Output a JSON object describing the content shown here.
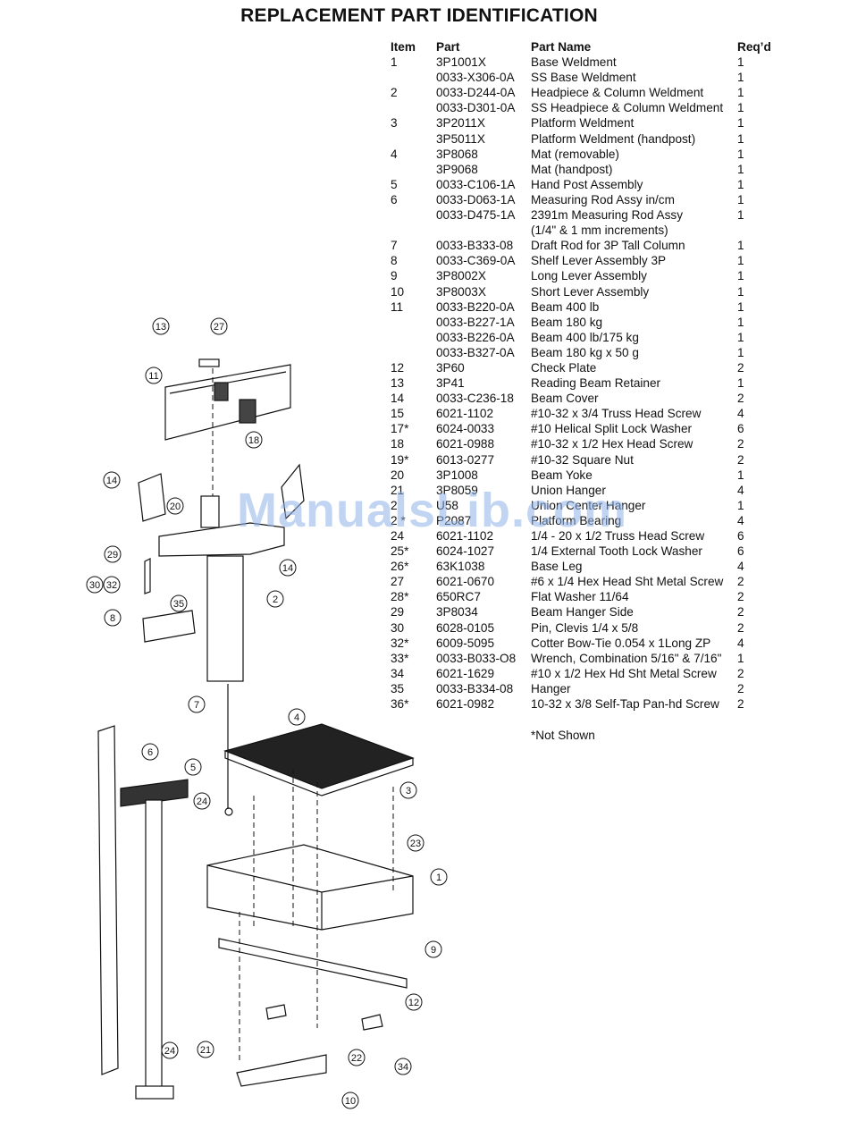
{
  "title": "REPLACEMENT PART IDENTIFICATION",
  "table": {
    "headers": {
      "item": "Item",
      "part": "Part",
      "name": "Part Name",
      "qty": "Req’d"
    },
    "rows": [
      {
        "item": "1",
        "part": "3P1001X",
        "name": "Base Weldment",
        "qty": "1"
      },
      {
        "item": "",
        "part": "0033-X306-0A",
        "name": "SS Base Weldment",
        "qty": "1"
      },
      {
        "item": "2",
        "part": "0033-D244-0A",
        "name": "Headpiece & Column Weldment",
        "qty": "1"
      },
      {
        "item": "",
        "part": "0033-D301-0A",
        "name": "SS Headpiece & Column Weldment",
        "qty": "1"
      },
      {
        "item": "3",
        "part": "3P2011X",
        "name": "Platform Weldment",
        "qty": "1"
      },
      {
        "item": "",
        "part": "3P5011X",
        "name": "Platform Weldment (handpost)",
        "qty": "1"
      },
      {
        "item": "4",
        "part": "3P8068",
        "name": "Mat (removable)",
        "qty": "1"
      },
      {
        "item": "",
        "part": "3P9068",
        "name": "Mat (handpost)",
        "qty": "1"
      },
      {
        "item": "5",
        "part": "0033-C106-1A",
        "name": "Hand Post Assembly",
        "qty": "1"
      },
      {
        "item": "6",
        "part": "0033-D063-1A",
        "name": "Measuring Rod Assy in/cm",
        "qty": "1"
      },
      {
        "item": "",
        "part": "0033-D475-1A",
        "name": "2391m Measuring Rod Assy",
        "qty": "1"
      },
      {
        "item": "",
        "part": "",
        "name": "(1/4\" & 1 mm increments)",
        "qty": ""
      },
      {
        "item": "7",
        "part": "0033-B333-08",
        "name": "Draft Rod for 3P Tall Column",
        "qty": "1"
      },
      {
        "item": "8",
        "part": "0033-C369-0A",
        "name": "Shelf Lever Assembly 3P",
        "qty": "1"
      },
      {
        "item": "9",
        "part": "3P8002X",
        "name": "Long Lever Assembly",
        "qty": "1"
      },
      {
        "item": "10",
        "part": "3P8003X",
        "name": "Short Lever Assembly",
        "qty": "1"
      },
      {
        "item": "11",
        "part": "0033-B220-0A",
        "name": "Beam 400 lb",
        "qty": "1"
      },
      {
        "item": "",
        "part": "0033-B227-1A",
        "name": "Beam 180 kg",
        "qty": "1"
      },
      {
        "item": "",
        "part": "0033-B226-0A",
        "name": "Beam 400 lb/175 kg",
        "qty": "1"
      },
      {
        "item": "",
        "part": "0033-B327-0A",
        "name": "Beam 180 kg x 50 g",
        "qty": "1"
      },
      {
        "item": "12",
        "part": "3P60",
        "name": "Check Plate",
        "qty": "2"
      },
      {
        "item": "13",
        "part": "3P41",
        "name": "Reading Beam Retainer",
        "qty": "1"
      },
      {
        "item": "14",
        "part": "0033-C236-18",
        "name": "Beam Cover",
        "qty": "2"
      },
      {
        "item": "15",
        "part": "6021-1102",
        "name": "#10-32 x 3/4 Truss Head Screw",
        "qty": "4"
      },
      {
        "item": "17*",
        "part": "6024-0033",
        "name": "#10 Helical Split Lock Washer",
        "qty": "6"
      },
      {
        "item": "18",
        "part": "6021-0988",
        "name": "#10-32 x 1/2 Hex Head Screw",
        "qty": "2"
      },
      {
        "item": "19*",
        "part": "6013-0277",
        "name": "#10-32 Square Nut",
        "qty": "2"
      },
      {
        "item": "20",
        "part": "3P1008",
        "name": "Beam Yoke",
        "qty": "1"
      },
      {
        "item": "21",
        "part": "3P8059",
        "name": "Union Hanger",
        "qty": "4"
      },
      {
        "item": "2",
        "part": "U58",
        "name": "Union Center Hanger",
        "qty": "1"
      },
      {
        "item": "2 *",
        "part": "P2087",
        "name": "Platform Bearing",
        "qty": "4"
      },
      {
        "item": "24",
        "part": "6021-1102",
        "name": "1/4 - 20 x 1/2 Truss Head Screw",
        "qty": "6"
      },
      {
        "item": "25*",
        "part": "6024-1027",
        "name": "1/4 External Tooth Lock Washer",
        "qty": "6"
      },
      {
        "item": "26*",
        "part": "63K1038",
        "name": "Base Leg",
        "qty": "4"
      },
      {
        "item": "27",
        "part": "6021-0670",
        "name": "#6 x 1/4 Hex Head Sht Metal Screw",
        "qty": "2"
      },
      {
        "item": "28*",
        "part": "650RC7",
        "name": "Flat Washer 11/64",
        "qty": "2"
      },
      {
        "item": "29",
        "part": "3P8034",
        "name": "Beam  Hanger Side",
        "qty": "2"
      },
      {
        "item": "30",
        "part": "6028-0105",
        "name": "Pin, Clevis 1/4 x 5/8",
        "qty": "2"
      },
      {
        "item": "32*",
        "part": "6009-5095",
        "name": "Cotter Bow-Tie 0.054 x 1Long ZP",
        "qty": "4"
      },
      {
        "item": "33*",
        "part": "0033-B033-O8",
        "name": "Wrench, Combination 5/16\" & 7/16\"",
        "qty": "1"
      },
      {
        "item": "34",
        "part": "6021-1629",
        "name": "#10 x 1/2 Hex Hd Sht Metal Screw",
        "qty": "2"
      },
      {
        "item": "35",
        "part": "0033-B334-08",
        "name": "Hanger",
        "qty": "2"
      },
      {
        "item": "36*",
        "part": "6021-0982",
        "name": "10-32 x 3/8 Self-Tap Pan-hd Screw",
        "qty": "2"
      }
    ]
  },
  "note": "*Not Shown",
  "watermark": "ManualsLib.com",
  "callouts": [
    "13",
    "27",
    "11",
    "18",
    "14",
    "20",
    "14",
    "29",
    "30",
    "32",
    "35",
    "8",
    "2",
    "7",
    "4",
    "6",
    "5",
    "24",
    "3",
    "23",
    "1",
    "9",
    "12",
    "21",
    "22",
    "34",
    "24",
    "10"
  ]
}
